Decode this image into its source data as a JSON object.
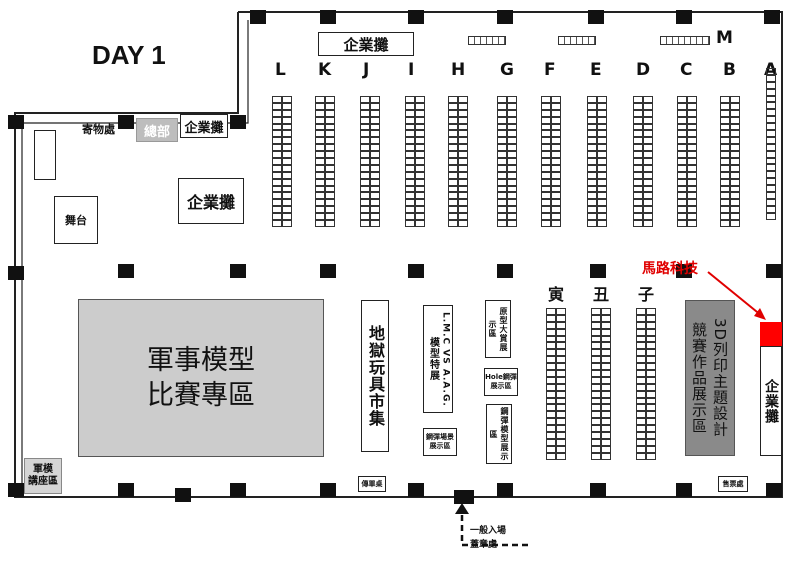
{
  "title": "DAY 1",
  "column_letters": [
    "L",
    "K",
    "J",
    "I",
    "H",
    "G",
    "F",
    "E",
    "D",
    "C",
    "B",
    "A"
  ],
  "extra_letter": "M",
  "zodiac_columns": [
    "寅",
    "丑",
    "子"
  ],
  "booth_rows": 19,
  "labels": {
    "corp_booth_top": "企業攤",
    "corp_booth_small": "企業攤",
    "corp_booth_mid": "企業攤",
    "corp_booth_right": "企業攤",
    "headquarters": "總部",
    "storage": "寄物處",
    "stage": "舞台",
    "military_zone_line1": "軍事模型",
    "military_zone_line2": "比賽專區",
    "hell_toys": "地獄玩具市集",
    "lmc_line1": "L.M.C VS A.A.G.",
    "lmc_line2": "模型特展",
    "prototype": "原型大賞展示區",
    "hole_display_line1": "Hole鋼彈",
    "hole_display_line2": "展示區",
    "gundam_scene_line1": "鋼彈場景",
    "gundam_scene_line2": "展示區",
    "gundam_model": "鋼彈模型展示區",
    "print_3d_line1": "3D列印主題設計",
    "print_3d_line2": "競賽作品展示區",
    "mahlu": "馬路科技",
    "military_lecture_line1": "軍模",
    "military_lecture_line2": "講座區",
    "flyer_table": "傳單桌",
    "ticket_office": "售票處",
    "entrance_line1": "一般入場",
    "entrance_line2": "蓋章處"
  },
  "colors": {
    "military_zone": "#cccccc",
    "print_3d_zone": "#8a8a8a",
    "headquarters": "#bdbdbd",
    "mahlu_marker": "#ff0000",
    "mahlu_text": "#e00000"
  }
}
